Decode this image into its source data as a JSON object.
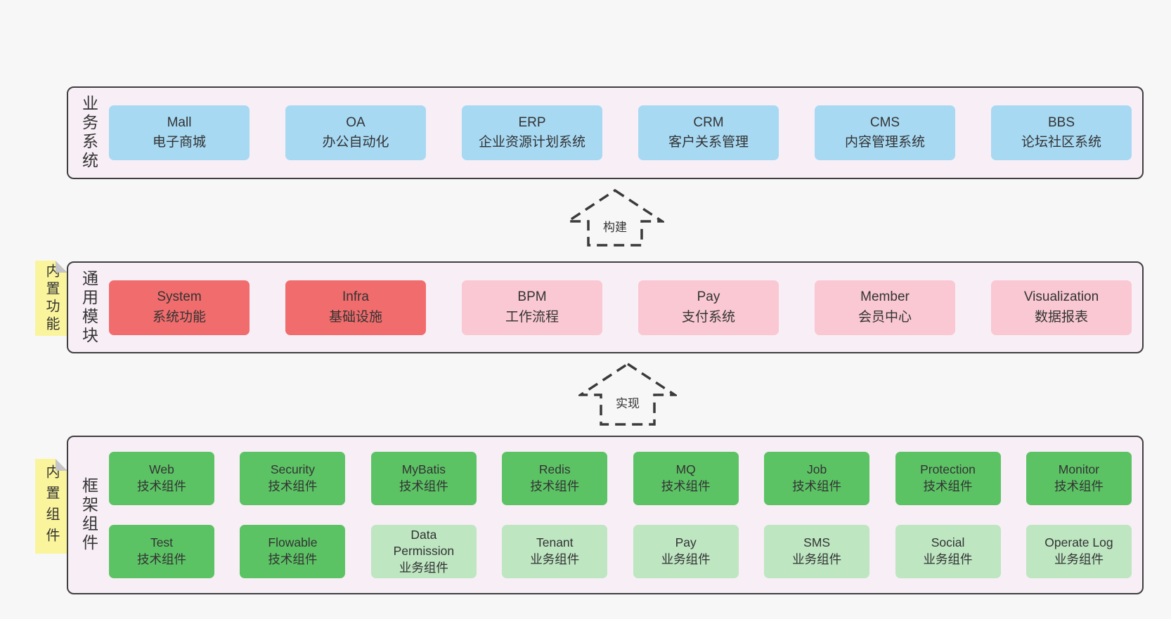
{
  "colors": {
    "page_background": "#f7f7f7",
    "container_background": "#f8eef6",
    "container_border": "#3f3f3f",
    "blue_box": "#a7d9f3",
    "red_box": "#f16c6c",
    "pink_box": "#f9c8d2",
    "green_box": "#5cc365",
    "light_green_box": "#bde6c1",
    "sticky_yellow": "#faf59c",
    "sticky_fold_gray": "#c5c4c8",
    "text": "#333333"
  },
  "sections": {
    "business": {
      "label": "业务系统",
      "boxes": [
        {
          "en": "Mall",
          "zh": "电子商城"
        },
        {
          "en": "OA",
          "zh": "办公自动化"
        },
        {
          "en": "ERP",
          "zh": "企业资源计划系统"
        },
        {
          "en": "CRM",
          "zh": "客户关系管理"
        },
        {
          "en": "CMS",
          "zh": "内容管理系统"
        },
        {
          "en": "BBS",
          "zh": "论坛社区系统"
        }
      ]
    },
    "modules": {
      "label": "通用模块",
      "sticky": "内置功能",
      "boxes": [
        {
          "en": "System",
          "zh": "系统功能"
        },
        {
          "en": "Infra",
          "zh": "基础设施"
        },
        {
          "en": "BPM",
          "zh": "工作流程"
        },
        {
          "en": "Pay",
          "zh": "支付系统"
        },
        {
          "en": "Member",
          "zh": "会员中心"
        },
        {
          "en": "Visualization",
          "zh": "数据报表"
        }
      ]
    },
    "components": {
      "label": "框架组件",
      "sticky": "内置组件",
      "rows": [
        [
          {
            "en": "Web",
            "zh": "技术组件"
          },
          {
            "en": "Security",
            "zh": "技术组件"
          },
          {
            "en": "MyBatis",
            "zh": "技术组件"
          },
          {
            "en": "Redis",
            "zh": "技术组件"
          },
          {
            "en": "MQ",
            "zh": "技术组件"
          },
          {
            "en": "Job",
            "zh": "技术组件"
          },
          {
            "en": "Protection",
            "zh": "技术组件"
          },
          {
            "en": "Monitor",
            "zh": "技术组件"
          }
        ],
        [
          {
            "en": "Test",
            "zh": "技术组件"
          },
          {
            "en": "Flowable",
            "zh": "技术组件"
          },
          {
            "en": "Data Permission",
            "zh": "业务组件"
          },
          {
            "en": "Tenant",
            "zh": "业务组件"
          },
          {
            "en": "Pay",
            "zh": "业务组件"
          },
          {
            "en": "SMS",
            "zh": "业务组件"
          },
          {
            "en": "Social",
            "zh": "业务组件"
          },
          {
            "en": "Operate Log",
            "zh": "业务组件"
          }
        ]
      ]
    }
  },
  "arrows": [
    {
      "label": "构建"
    },
    {
      "label": "实现"
    }
  ]
}
